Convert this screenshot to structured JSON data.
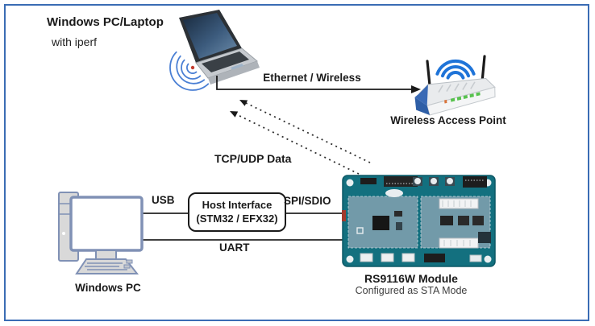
{
  "diagram": {
    "top_left": {
      "title": "Windows PC/Laptop",
      "subtitle": "with iperf"
    },
    "access_point": {
      "label": "Wireless Access Point"
    },
    "connections": {
      "ethernet": "Ethernet / Wireless",
      "tcp_udp": "TCP/UDP  Data",
      "usb": "USB",
      "spi_sdio": "SPI/SDIO",
      "uart": "UART"
    },
    "host_interface": {
      "line1": "Host Interface",
      "line2": "(STM32 / EFX32)"
    },
    "windows_pc": {
      "label": "Windows PC"
    },
    "module": {
      "title": "RS9116W Module",
      "subtitle": "Configured as STA Mode"
    },
    "colors": {
      "frame_border": "#3a6cb4",
      "laptop_wifi_signal": "#4a7fd4",
      "ap_wifi_signal": "#1f74d8",
      "ap_body_blue": "#2e5ea6",
      "pcb_teal": "#13707f",
      "pcb_inner": "#7d9fae",
      "connector_line": "#1a1a1a",
      "pc_outline": "#8091b5",
      "pc_fill": "#d9d9d9",
      "led_green": "#58c24e"
    }
  }
}
